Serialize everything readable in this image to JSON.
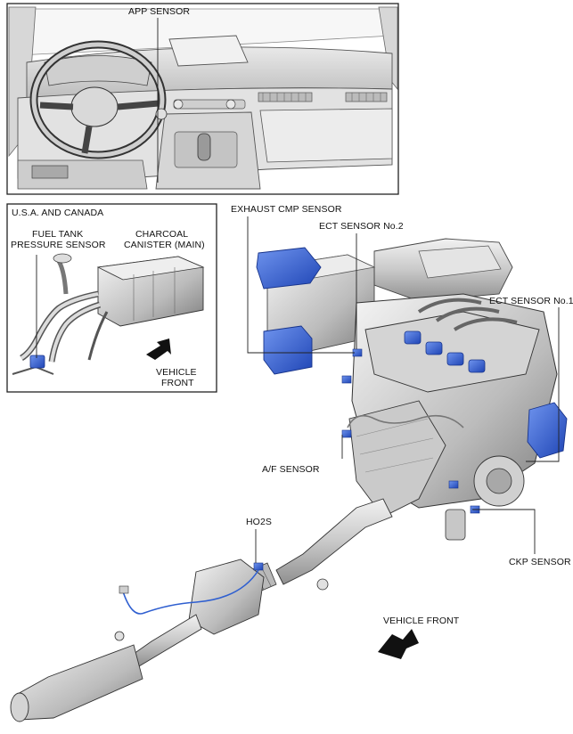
{
  "labels": {
    "app_sensor": "APP SENSOR",
    "region": "U.S.A. AND CANADA",
    "fuel_tank_pressure_line1": "FUEL TANK",
    "fuel_tank_pressure_line2": "PRESSURE SENSOR",
    "charcoal_line1": "CHARCOAL",
    "charcoal_line2": "CANISTER (MAIN)",
    "vehicle_front_inset_line1": "VEHICLE",
    "vehicle_front_inset_line2": "FRONT",
    "exhaust_cmp": "EXHAUST CMP SENSOR",
    "ect_no2": "ECT SENSOR No.2",
    "ect_no1": "ECT SENSOR No.1",
    "af_sensor": "A/F SENSOR",
    "ho2s": "HO2S",
    "ckp": "CKP SENSOR",
    "vehicle_front": "VEHICLE FRONT"
  },
  "colors": {
    "sensor_blue": "#2f5fd0",
    "line": "#222222",
    "metal_light": "#e6e6e6",
    "metal_mid": "#bdbdbd",
    "metal_dark": "#8a8a8a"
  }
}
